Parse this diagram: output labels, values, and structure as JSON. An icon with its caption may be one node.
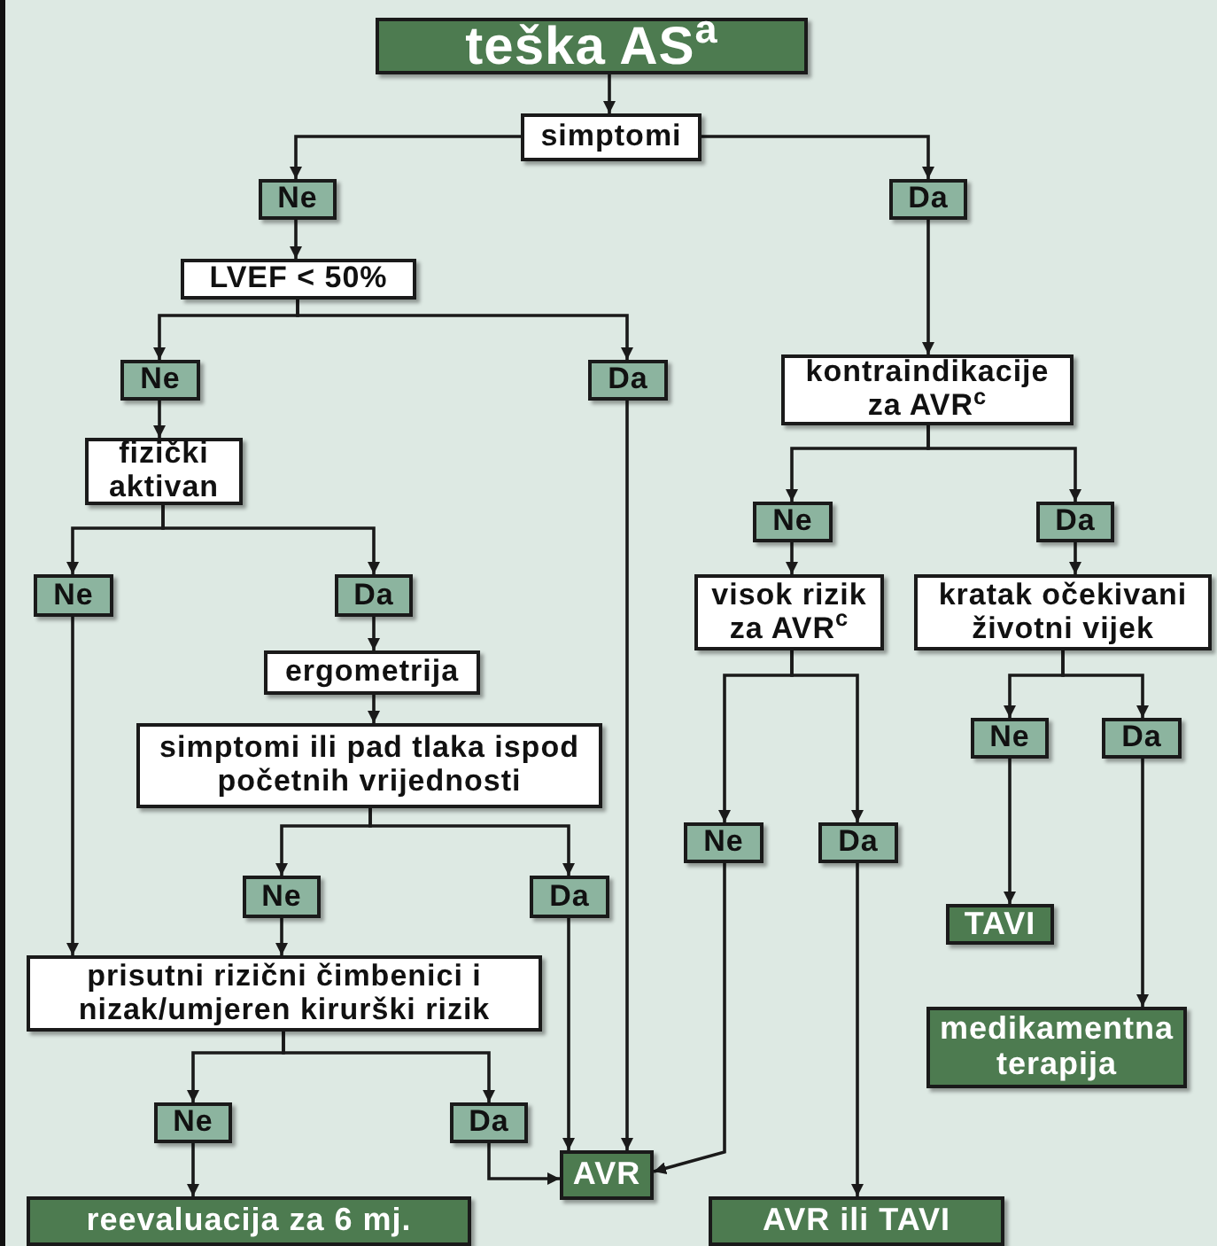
{
  "diagram": {
    "nodes": [
      {
        "text": [
          "teška AS$^{a}$"
        ]
      },
      {
        "text": [
          "simptomi"
        ]
      },
      {
        "text": [
          "Ne"
        ]
      },
      {
        "text": [
          "Da"
        ]
      },
      {
        "text": [
          "LVEF < 50%"
        ]
      },
      {
        "text": [
          "Ne"
        ]
      },
      {
        "text": [
          "Da"
        ]
      },
      {
        "text": [
          "kontraindikacije za AVR$^{c}$"
        ]
      },
      {
        "text": [
          "fizički aktivan"
        ]
      },
      {
        "text": [
          "Ne"
        ]
      },
      {
        "text": [
          "Da"
        ]
      },
      {
        "text": [
          "Ne"
        ]
      },
      {
        "text": [
          "Da"
        ]
      },
      {
        "text": [
          "ergometrija"
        ]
      },
      {
        "text": [
          "visok rizik za AVR$^{c}$"
        ]
      },
      {
        "text": [
          "kratak očekivani životni vijek"
        ]
      },
      {
        "text": [
          "simptomi ili pad tlaka ispod početnih vrijednosti"
        ]
      },
      {
        "text": [
          "Ne"
        ]
      },
      {
        "text": [
          "Da"
        ]
      },
      {
        "text": [
          "Ne"
        ]
      },
      {
        "text": [
          "Da"
        ]
      },
      {
        "text": [
          "Ne"
        ]
      },
      {
        "text": [
          "Da"
        ]
      },
      {
        "text": [
          "TAVI"
        ]
      },
      {
        "text": [
          "prisutni rizični čimbenici i nizak/umjeren kirurški rizik"
        ]
      },
      {
        "text": [
          "medikamentna terapija"
        ]
      },
      {
        "text": [
          "Ne"
        ]
      },
      {
        "text": [
          "Da"
        ]
      },
      {
        "text": [
          "AVR"
        ]
      },
      {
        "text": [
          "reevaluacija za 6 mj."
        ]
      },
      {
        "text": [
          "AVR ili TAVI"
        ]
      }
    ],
    "edges": [
      {
        "from": 0,
        "to": 1,
        "arrow": "to"
      },
      {
        "from": 1,
        "to": 2,
        "arrow": "to"
      },
      {
        "from": 1,
        "to": 3,
        "arrow": "to"
      },
      {
        "from": 2,
        "to": 4,
        "arrow": "to"
      },
      {
        "from": 3,
        "to": 7,
        "arrow": "to"
      },
      {
        "from": 4,
        "to": 5,
        "arrow": "to"
      },
      {
        "from": 4,
        "to": 6,
        "arrow": "to"
      },
      {
        "from": 5,
        "to": 8,
        "arrow": "to"
      },
      {
        "from": 6,
        "to": 28,
        "arrow": "to"
      },
      {
        "from": 7,
        "to": 11,
        "arrow": "to"
      },
      {
        "from": 7,
        "to": 12,
        "arrow": "to"
      },
      {
        "from": 8,
        "to": 9,
        "arrow": "to"
      },
      {
        "from": 8,
        "to": 10,
        "arrow": "to"
      },
      {
        "from": 9,
        "to": 24,
        "arrow": "to"
      },
      {
        "from": 10,
        "to": 13,
        "arrow": "to"
      },
      {
        "from": 11,
        "to": 14,
        "arrow": "to"
      },
      {
        "from": 12,
        "to": 15,
        "arrow": "to"
      },
      {
        "from": 13,
        "to": 16,
        "arrow": "to"
      },
      {
        "from": 14,
        "to": 19,
        "arrow": "to"
      },
      {
        "from": 14,
        "to": 20,
        "arrow": "to"
      },
      {
        "from": 15,
        "to": 17,
        "arrow": "to"
      },
      {
        "from": 15,
        "to": 18,
        "arrow": "to"
      },
      {
        "from": 16,
        "to": 21,
        "arrow": "to"
      },
      {
        "from": 16,
        "to": 22,
        "arrow": "to"
      },
      {
        "from": 17,
        "to": 23,
        "arrow": "to"
      },
      {
        "from": 18,
        "to": 25,
        "arrow": "to"
      },
      {
        "from": 19,
        "to": 28,
        "arrow": "to"
      },
      {
        "from": 20,
        "to": 30,
        "arrow": "to"
      },
      {
        "from": 21,
        "to": 24,
        "arrow": "to"
      },
      {
        "from": 22,
        "to": 28,
        "arrow": "to"
      },
      {
        "from": 24,
        "to": 26,
        "arrow": "to"
      },
      {
        "from": 24,
        "to": 27,
        "arrow": "to"
      },
      {
        "from": 26,
        "to": 29,
        "arrow": "to"
      },
      {
        "from": 27,
        "to": 28,
        "arrow": "to"
      }
    ]
  }
}
